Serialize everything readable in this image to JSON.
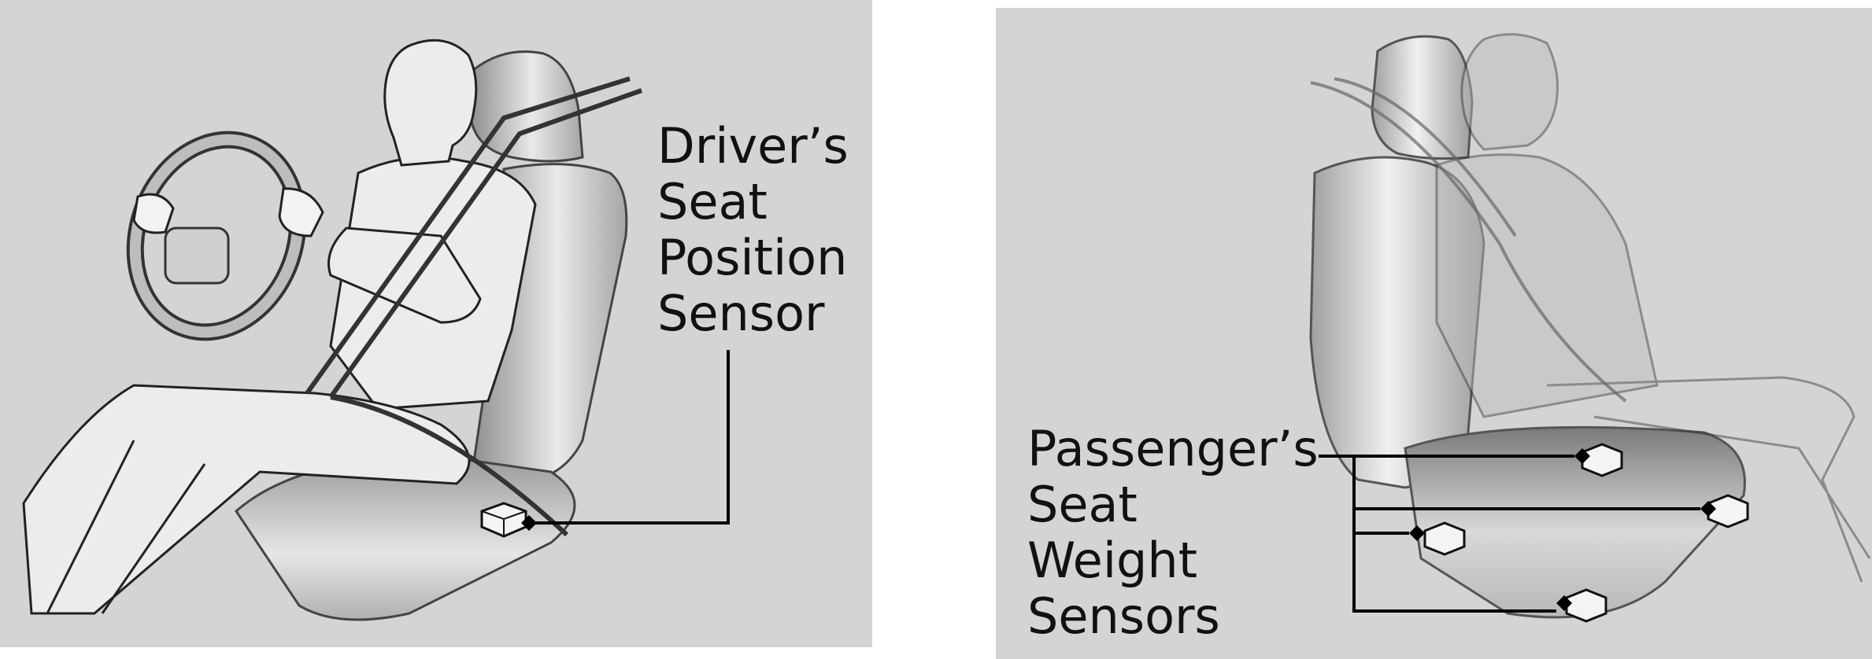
{
  "driver_callout": {
    "lines": [
      "Driver’s",
      "Seat",
      "Position",
      "Sensor"
    ]
  },
  "passenger_callout": {
    "lines": [
      "Passenger’s",
      "Seat",
      "Weight",
      "Sensors"
    ]
  }
}
